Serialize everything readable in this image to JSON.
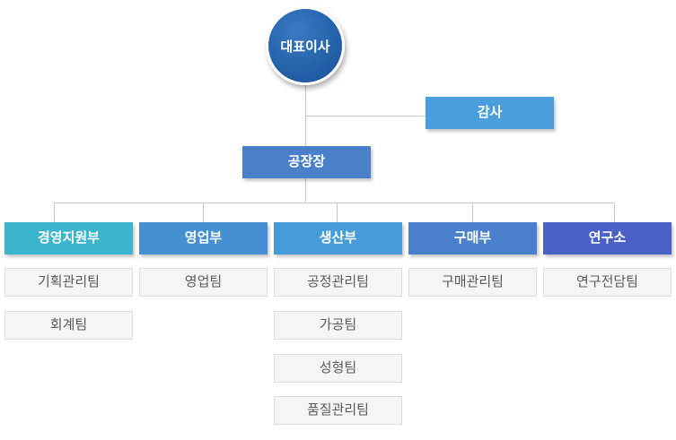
{
  "org": {
    "ceo": {
      "label": "대표이사"
    },
    "auditor": {
      "label": "감사",
      "color": "#4a9edb"
    },
    "factory_manager": {
      "label": "공장장",
      "color": "#4a80c9"
    },
    "departments": [
      {
        "label": "경영지원부",
        "color": "#3ab5cd",
        "teams": [
          "기획관리팀",
          "회계팀"
        ]
      },
      {
        "label": "영업부",
        "color": "#4590d2",
        "teams": [
          "영업팀"
        ]
      },
      {
        "label": "생산부",
        "color": "#459cd8",
        "teams": [
          "공정관리팀",
          "가공팀",
          "성형팀",
          "품질관리팀"
        ]
      },
      {
        "label": "구매부",
        "color": "#4a7fcd",
        "teams": [
          "구매관리팀"
        ]
      },
      {
        "label": "연구소",
        "color": "#4a61c6",
        "teams": [
          "연구전담팀"
        ]
      }
    ],
    "style_colors": {
      "background": "#ffffff",
      "connector_line": "#c5c5c5",
      "ceo_circle_gradient_start": "#3b7ac2",
      "ceo_circle_gradient_end": "#1c509b",
      "node_text": "#ffffff",
      "team_box_bg": "#f5f5f5",
      "team_box_border": "#dcdcdc",
      "team_text": "#5a5a5a"
    }
  }
}
